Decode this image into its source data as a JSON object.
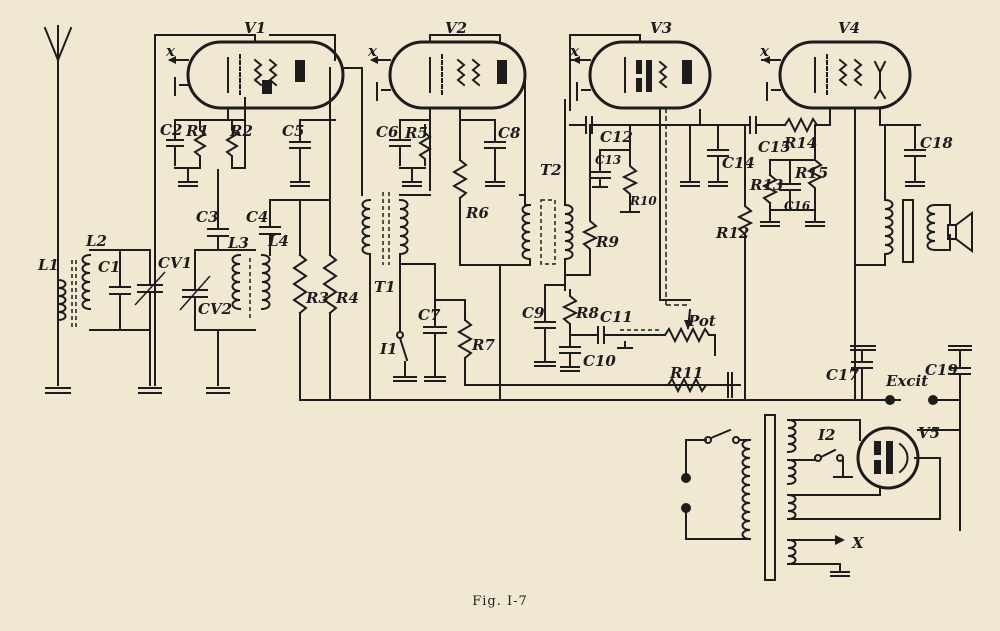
{
  "figure": {
    "caption": "Fig. I-7"
  },
  "labels": {
    "L1": "L1",
    "L2": "L2",
    "L3": "L3",
    "L4": "L4",
    "C1": "C1",
    "C2": "C2",
    "C3": "C3",
    "C4": "C4",
    "C5": "C5",
    "C6": "C6",
    "C7": "C7",
    "C8": "C8",
    "C9": "C9",
    "C10": "C10",
    "C11": "C11",
    "C12": "C12",
    "C13": "C13",
    "C14": "C14",
    "C15": "C15",
    "C16": "C16",
    "C17": "C17",
    "C18": "C18",
    "C19": "C19",
    "CV1": "CV1",
    "CV2": "CV2",
    "R1": "R1",
    "R2": "R2",
    "R3": "R3",
    "R4": "R4",
    "R5": "R5",
    "R6": "R6",
    "R7": "R7",
    "R8": "R8",
    "R9": "R9",
    "R10": "R10",
    "R11": "R11",
    "R12": "R12",
    "R13": "R13",
    "R14": "R14",
    "R15": "R15",
    "T1": "T1",
    "T2": "T2",
    "V1": "V1",
    "V2": "V2",
    "V3": "V3",
    "V4": "V4",
    "V5": "V5",
    "I1": "I1",
    "I2": "I2",
    "pot": "Pot",
    "excit": "Excit",
    "x": "x",
    "X": "X"
  }
}
